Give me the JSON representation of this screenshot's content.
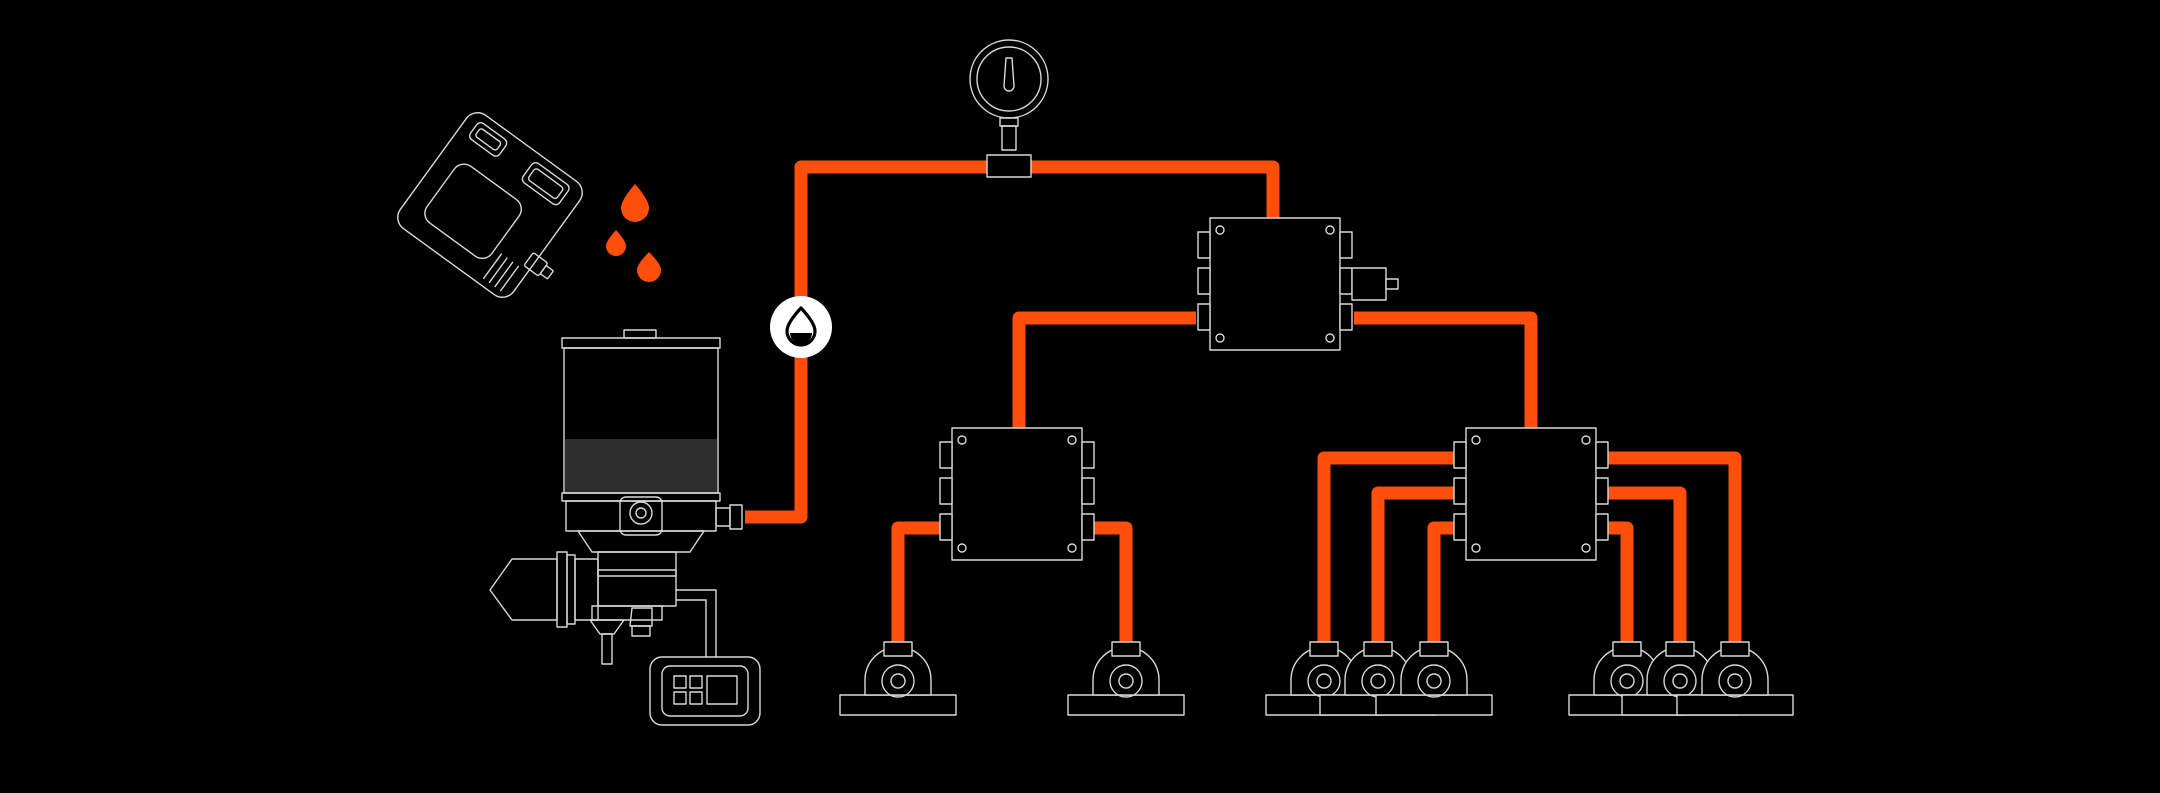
{
  "colors": {
    "background": "#000000",
    "pipe": "#ff4f0a",
    "outline": "#d9d9d9",
    "oil_drop": "#ff4f0a",
    "reservoir_fill": "#2d2d2d",
    "flow_indicator_bg": "#ffffff"
  },
  "components": [
    {
      "name": "oil-canister-icon"
    },
    {
      "name": "oil-drops-icon"
    },
    {
      "name": "lubrication-pump-unit"
    },
    {
      "name": "pump-controller-icon"
    },
    {
      "name": "flow-indicator-icon"
    },
    {
      "name": "pressure-gauge-icon"
    },
    {
      "name": "primary-divider-block"
    },
    {
      "name": "secondary-divider-block-left"
    },
    {
      "name": "secondary-divider-block-right"
    },
    {
      "name": "pillow-block-bearing",
      "count": 8
    }
  ]
}
